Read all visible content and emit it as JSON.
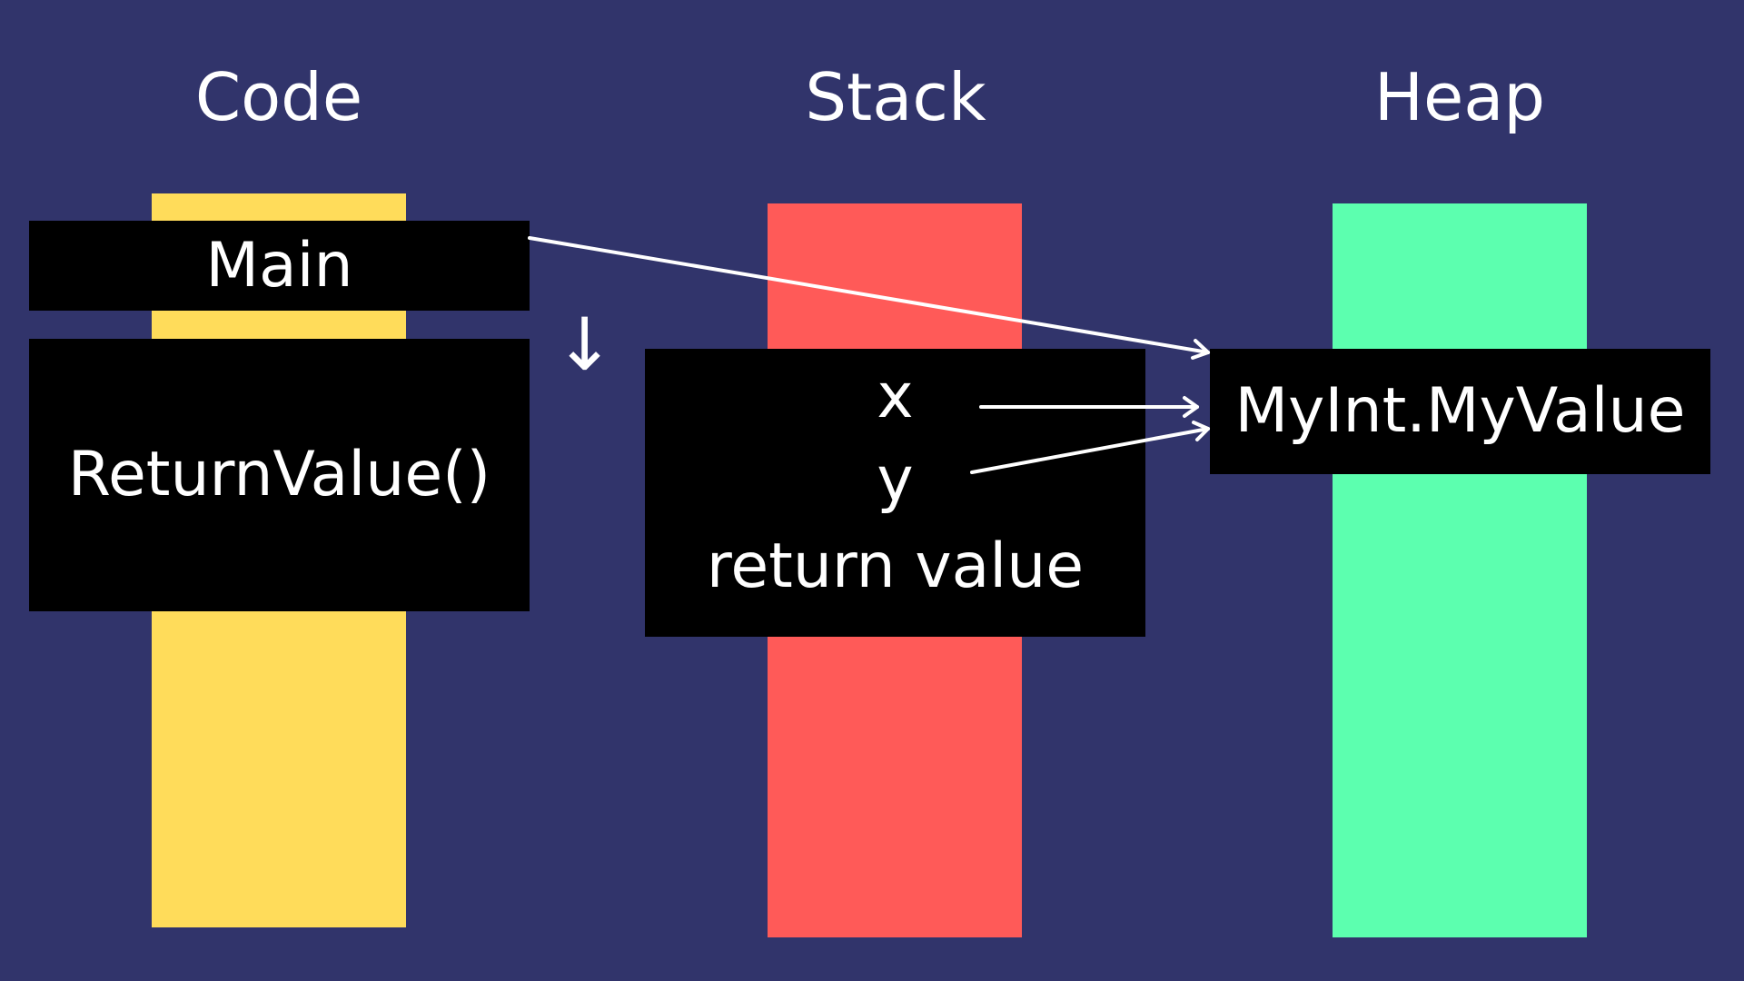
{
  "headings": {
    "code": "Code",
    "stack": "Stack",
    "heap": "Heap"
  },
  "code": {
    "main_label": "Main",
    "return_value_label": "ReturnValue()"
  },
  "stack": {
    "x_label": "x",
    "y_label": "y",
    "return_value_label": "return value"
  },
  "heap": {
    "object_label": "MyInt.MyValue"
  },
  "flow_arrow_glyph": "↓",
  "colors": {
    "background": "#31346b",
    "code_column": "#ffdc5a",
    "stack_column": "#ff5a58",
    "heap_column": "#5cffaf",
    "box": "#000000",
    "text": "#ffffff"
  }
}
